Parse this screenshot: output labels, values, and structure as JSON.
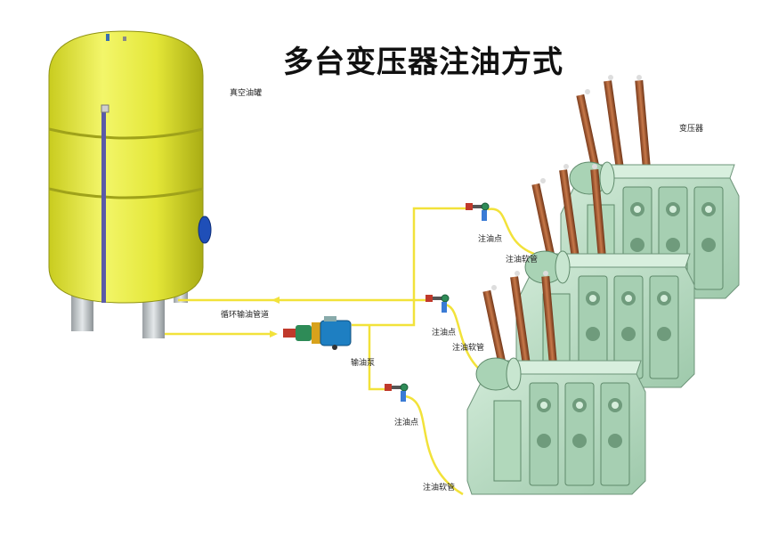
{
  "title": "多台变压器注油方式",
  "labels": {
    "tank": "真空油罐",
    "transformer": "变压器",
    "circulation_pipe": "循环输油管道",
    "pump": "输油泵",
    "fill_point_1": "注油点",
    "fill_hose_1": "注油软管",
    "fill_point_2": "注油点",
    "fill_hose_2": "注油软管",
    "fill_point_3": "注油点",
    "fill_hose_3": "注油软管"
  },
  "colors": {
    "tank": "#e6ea3c",
    "pipe": "#f2e23a",
    "transformer": "#b9dcc4",
    "bushing": "#a0522d",
    "pump": "#1e7fc2",
    "valve": "#c0392b"
  }
}
